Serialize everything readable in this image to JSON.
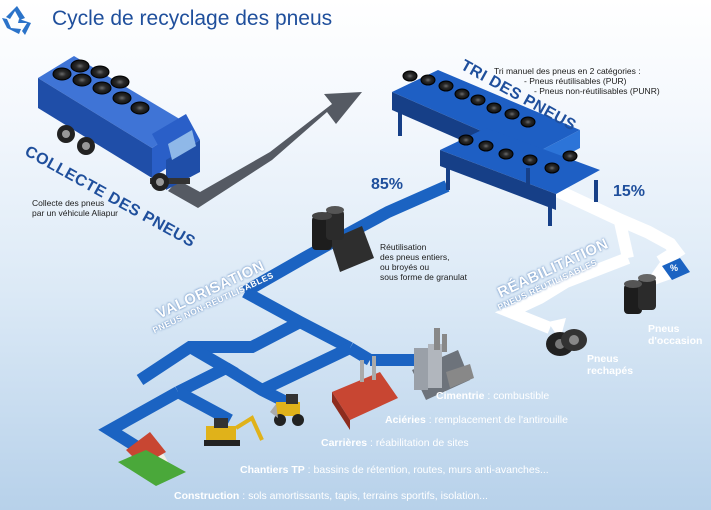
{
  "title": "Cycle de recyclage des pneus",
  "collecte": {
    "label": "COLLECTE DES PNEUS",
    "desc_line1": "Collecte des pneus",
    "desc_line2": "par un véhicule Aliapur"
  },
  "tri": {
    "label": "TRI DES PNEUS",
    "desc_line1": "Tri manuel des pneus en 2 catégories :",
    "desc_line2": "- Pneus réutilisables (PUR)",
    "desc_line3": "- Pneus non-réutilisables (PUNR)"
  },
  "valorisation": {
    "label": "VALORISATION",
    "sublabel": "PNEUS NON-RÉUTILISABLES",
    "percent": "85%",
    "desc_line1": "Réutilisation",
    "desc_line2": "des pneus entiers,",
    "desc_line3": "ou broyés ou",
    "desc_line4": "sous forme de granulat"
  },
  "rehabilitation": {
    "label": "RÉABILITATION",
    "sublabel": "PNEUS RÉUTILISABLES",
    "percent": "15%",
    "badge": "%",
    "occasion_line1": "Pneus",
    "occasion_line2": "d'occasion",
    "rechapes_line1": "Pneus",
    "rechapes_line2": "rechapés"
  },
  "uses": [
    {
      "name": "Cimentrie",
      "detail": " : combustible"
    },
    {
      "name": "Aciéries",
      "detail": " : remplacement de l'antirouille"
    },
    {
      "name": "Carrières",
      "detail": " : réabilitation de sites"
    },
    {
      "name": "Chantiers TP",
      "detail": " : bassins de rétention, routes, murs anti-avanches..."
    },
    {
      "name": "Construction",
      "detail": " : sols amortissants, tapis, terrains sportifs, isolation..."
    }
  ],
  "colors": {
    "title": "#1f4f9c",
    "pipe_blue": "#1b63c2",
    "arrow_gray": "#555a63",
    "truck_blue": "#2a5fc8",
    "white_arrow": "#ffffff"
  },
  "icons": [
    "recycle-icon",
    "truck-icon",
    "tire-icon",
    "factory-icon",
    "excavator-icon",
    "loader-icon",
    "house-icon"
  ]
}
